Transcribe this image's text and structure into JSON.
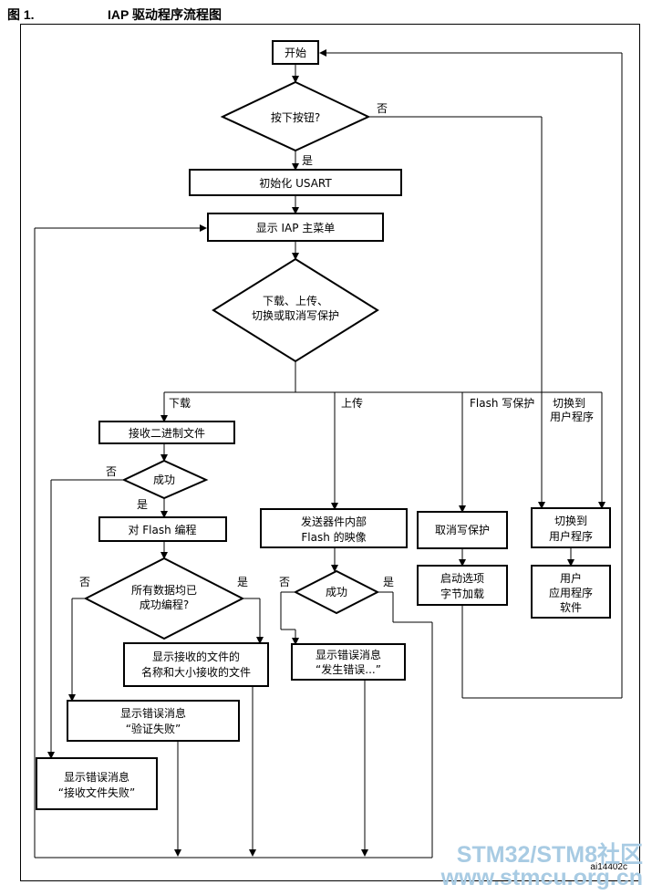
{
  "figure": {
    "number": "图 1.",
    "title": "IAP 驱动程序流程图"
  },
  "nodes": {
    "start": "开始",
    "button_q": "按下按钮?",
    "init_usart": "初始化 USART",
    "show_menu": "显示 IAP 主菜单",
    "choice_q_line1": "下载、上传、",
    "choice_q_line2": "切换或取消写保护",
    "receive_file": "接收二进制文件",
    "success_q1": "成功",
    "flash_program": "对 Flash 编程",
    "all_data_q_line1": "所有数据均已",
    "all_data_q_line2": "成功编程?",
    "show_received_line1": "显示接收的文件的",
    "show_received_line2": "名称和大小接收的文件",
    "err_verify_line1": "显示错误消息",
    "err_verify_line2": "“验证失败”",
    "err_receive_line1": "显示错误消息",
    "err_receive_line2": "“接收文件失败”",
    "send_image_line1": "发送器件内部",
    "send_image_line2": "Flash 的映像",
    "success_q2": "成功",
    "err_generic_line1": "显示错误消息",
    "err_generic_line2": "“发生错误...”",
    "cancel_wp": "取消写保护",
    "option_bytes_line1": "启动选项",
    "option_bytes_line2": "字节加载",
    "switch_user_line1": "切换到",
    "switch_user_line2": "用户程序",
    "user_app_line1": "用户",
    "user_app_line2": "应用程序",
    "user_app_line3": "软件"
  },
  "labels": {
    "no_button": "否",
    "yes_button": "是",
    "branch_download": "下载",
    "branch_upload": "上传",
    "branch_flash_wp": "Flash 写保护",
    "branch_switch_line1": "切换到",
    "branch_switch_line2": "用户程序",
    "no_success1": "否",
    "yes_success1": "是",
    "no_alldata": "否",
    "yes_alldata": "是",
    "no_success2": "否",
    "yes_success2": "是"
  },
  "reference_code": "ai14402c",
  "watermark": {
    "line1": "STM32/STM8社区",
    "line2": "www.stmcu.org.cn",
    "color": "#a8cbe3"
  }
}
